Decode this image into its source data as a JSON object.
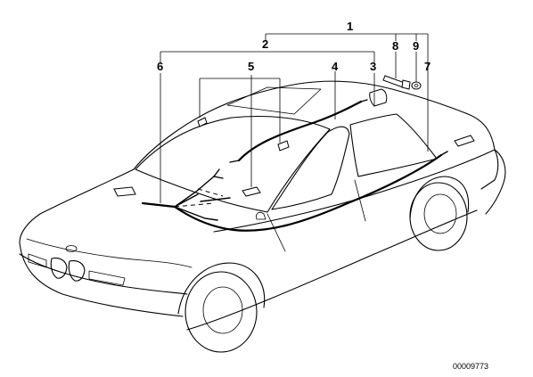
{
  "diagram": {
    "callouts": {
      "c1": "1",
      "c2": "2",
      "c3": "3",
      "c4": "4",
      "c5": "5",
      "c6": "6",
      "c7": "7",
      "c8": "8",
      "c9": "9"
    },
    "document_number": "00009773"
  }
}
